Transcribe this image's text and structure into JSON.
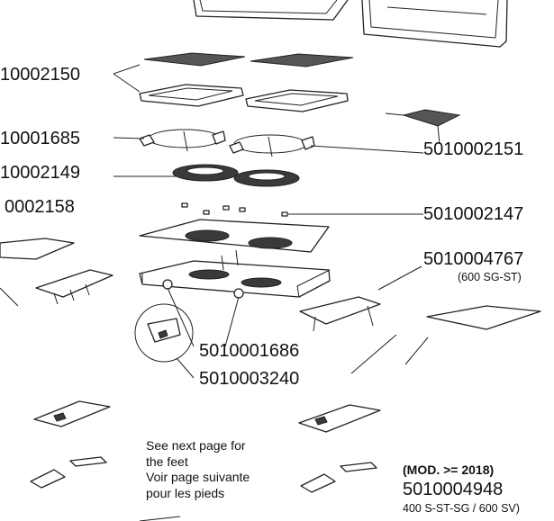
{
  "labels": {
    "p_0002150": "10002150",
    "p_0001685": "10001685",
    "p_0002149": "10002149",
    "p_0002158": "0002158",
    "p_5010002151": "5010002151",
    "p_5010002147": "5010002147",
    "p_5010004767": "5010004767",
    "p_5010004767_note": "(600 SG-ST)",
    "p_5010001686": "5010001686",
    "p_5010003240": "5010003240",
    "feet_note": [
      "See next page for",
      "the feet",
      "Voir page suivante",
      "pour les pieds"
    ],
    "mod_note": "(MOD. >= 2018)",
    "p_5010004948": "5010004948",
    "p_5010004948_note": "400 S-ST-SG / 600 SV)"
  }
}
